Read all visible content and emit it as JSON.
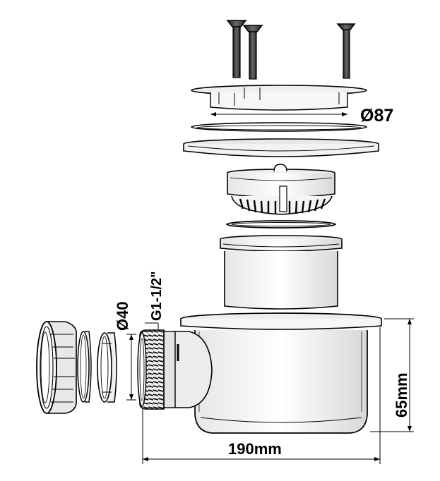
{
  "figure": {
    "labels": {
      "top_diameter": "Ø87",
      "outlet_diameter": "Ø40",
      "thread": "G1-1/2\"",
      "height": "65mm",
      "width": "190mm"
    },
    "colors": {
      "line": "#000000",
      "light_fill": "#f2f2f2",
      "mid_fill": "#d9d9d9",
      "dark_fill": "#555555",
      "screw": "#3a3a3a"
    }
  }
}
